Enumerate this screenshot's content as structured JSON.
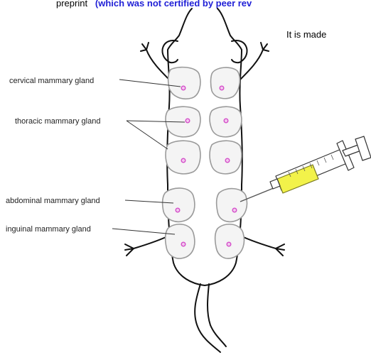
{
  "header": {
    "prefix": "preprint",
    "bold": "(which was not certified by peer rev"
  },
  "side_text": "It is made",
  "labels": {
    "cervical": "cervical mammary gland",
    "thoracic": "thoracic mammary gland",
    "abdominal": "abdominal mammary gland",
    "inguinal": "inguinal mammary gland"
  },
  "colors": {
    "outline": "#111111",
    "gland_stroke": "#9a9a9a",
    "nipple": "#d44fc9",
    "nipple_fill": "#f3c7ef",
    "syringe_fluid": "#f2f24a",
    "link_text": "#1f1fd6"
  }
}
